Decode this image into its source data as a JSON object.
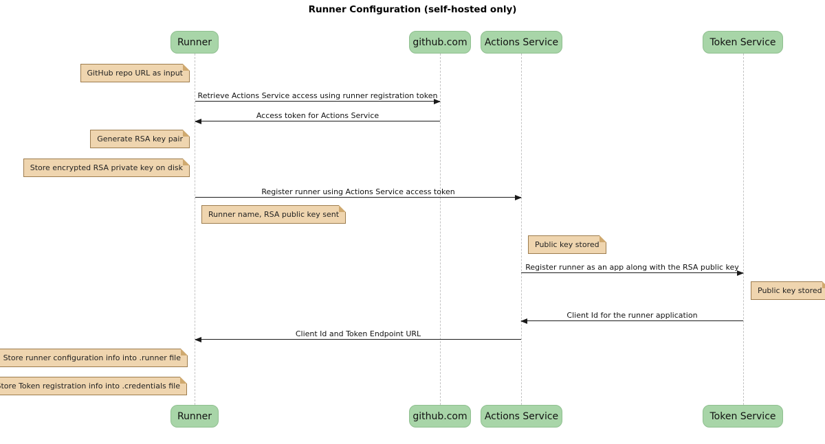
{
  "title": "Runner Configuration (self-hosted only)",
  "participants": [
    {
      "label": "Runner"
    },
    {
      "label": "github.com"
    },
    {
      "label": "Actions Service"
    },
    {
      "label": "Token Service"
    }
  ],
  "messages": [
    {
      "text": "Retrieve Actions Service access using runner registration token",
      "from": "Runner",
      "to": "github.com",
      "direction": "right"
    },
    {
      "text": "Access token for Actions Service",
      "from": "github.com",
      "to": "Runner",
      "direction": "left"
    },
    {
      "text": "Register runner using Actions Service access token",
      "from": "Runner",
      "to": "Actions Service",
      "direction": "right"
    },
    {
      "text": "Register runner as an app along with the RSA public key",
      "from": "Actions Service",
      "to": "Token Service",
      "direction": "right"
    },
    {
      "text": "Client Id for the runner application",
      "from": "Token Service",
      "to": "Actions Service",
      "direction": "left"
    },
    {
      "text": "Client Id and Token Endpoint URL",
      "from": "Actions Service",
      "to": "Runner",
      "direction": "left"
    }
  ],
  "notes": [
    {
      "text": "GitHub repo URL as input",
      "anchor": "Runner"
    },
    {
      "text": "Generate RSA key pair",
      "anchor": "Runner"
    },
    {
      "text": "Store encrypted RSA private key on disk",
      "anchor": "Runner"
    },
    {
      "text": "Runner name, RSA public key sent",
      "anchor": "Runner"
    },
    {
      "text": "Public key stored",
      "anchor": "Actions Service"
    },
    {
      "text": "Public key stored",
      "anchor": "Token Service"
    },
    {
      "text": "Store runner configuration info into .runner file",
      "anchor": "Runner"
    },
    {
      "text": "Store Token registration info into .credentials file",
      "anchor": "Runner"
    }
  ],
  "colors": {
    "participant_fill": "#A8D5A8",
    "participant_border": "#8FBF8F",
    "note_fill": "#EFD5AF",
    "note_border": "#9C7B4C",
    "lifeline": "#C2C2C2",
    "arrow": "#1A1A1A",
    "background": "#FFFFFF"
  }
}
